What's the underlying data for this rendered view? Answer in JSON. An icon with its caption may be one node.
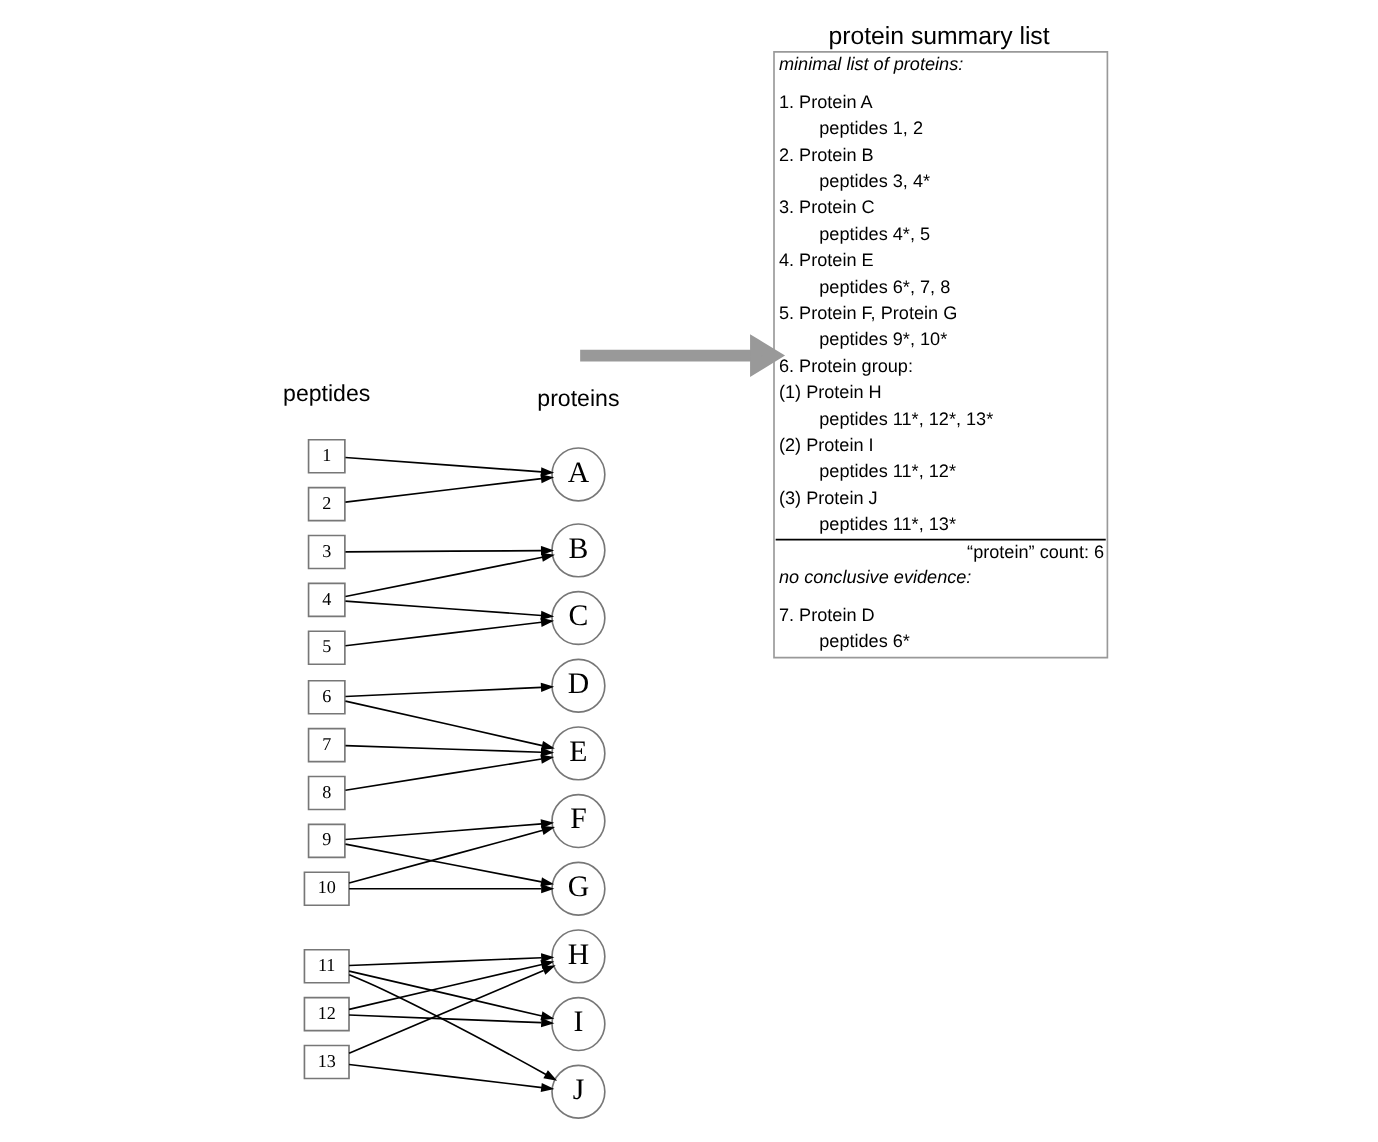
{
  "diagram": {
    "nodes": [
      {
        "text": [
          "1"
        ]
      },
      {
        "text": [
          "2"
        ]
      },
      {
        "text": [
          "3"
        ]
      },
      {
        "text": [
          "4"
        ]
      },
      {
        "text": [
          "5"
        ]
      },
      {
        "text": [
          "6"
        ]
      },
      {
        "text": [
          "7"
        ]
      },
      {
        "text": [
          "8"
        ]
      },
      {
        "text": [
          "9"
        ]
      },
      {
        "text": [
          "10"
        ]
      },
      {
        "text": [
          "11"
        ]
      },
      {
        "text": [
          "12"
        ]
      },
      {
        "text": [
          "13"
        ]
      },
      {
        "text": [
          "A"
        ]
      },
      {
        "text": [
          "B"
        ]
      },
      {
        "text": [
          "C"
        ]
      },
      {
        "text": [
          "D"
        ]
      },
      {
        "text": [
          "E"
        ]
      },
      {
        "text": [
          "F"
        ]
      },
      {
        "text": [
          "G"
        ]
      },
      {
        "text": [
          "H"
        ]
      },
      {
        "text": [
          "I"
        ]
      },
      {
        "text": [
          "J"
        ]
      },
      {
        "text": [
          "protein summary list",
          "minimal list of proteins:",
          "1. Protein A",
          "peptides 1, 2",
          "2. Protein B",
          "peptides 3, 4*",
          "3. Protein C",
          "peptides 4*, 5",
          "4. Protein E",
          "peptides 6*, 7, 8",
          "5. Protein F, Protein G",
          "peptides 9*, 10*",
          "6. Protein group:",
          "(1) Protein H",
          "peptides 11*, 12*, 13*",
          "(2) Protein I",
          "peptides 11*, 12*",
          "(3) Protein J",
          "peptides 11*, 13*",
          "“protein” count: 6",
          "no conclusive evidence:",
          "7. Protein D",
          "peptides 6*"
        ]
      }
    ],
    "edges": [
      {
        "from": 0,
        "to": 13,
        "arrow": "to"
      },
      {
        "from": 1,
        "to": 13,
        "arrow": "to"
      },
      {
        "from": 2,
        "to": 14,
        "arrow": "to"
      },
      {
        "from": 3,
        "to": 14,
        "arrow": "to"
      },
      {
        "from": 3,
        "to": 15,
        "arrow": "to"
      },
      {
        "from": 4,
        "to": 15,
        "arrow": "to"
      },
      {
        "from": 5,
        "to": 16,
        "arrow": "to"
      },
      {
        "from": 5,
        "to": 17,
        "arrow": "to"
      },
      {
        "from": 6,
        "to": 17,
        "arrow": "to"
      },
      {
        "from": 7,
        "to": 17,
        "arrow": "to"
      },
      {
        "from": 8,
        "to": 18,
        "arrow": "to"
      },
      {
        "from": 8,
        "to": 19,
        "arrow": "to"
      },
      {
        "from": 9,
        "to": 18,
        "arrow": "to"
      },
      {
        "from": 9,
        "to": 19,
        "arrow": "to"
      },
      {
        "from": 10,
        "to": 20,
        "arrow": "to"
      },
      {
        "from": 10,
        "to": 21,
        "arrow": "to"
      },
      {
        "from": 10,
        "to": 22,
        "arrow": "to"
      },
      {
        "from": 11,
        "to": 20,
        "arrow": "to"
      },
      {
        "from": 11,
        "to": 21,
        "arrow": "to"
      },
      {
        "from": 12,
        "to": 20,
        "arrow": "to"
      },
      {
        "from": 12,
        "to": 22,
        "arrow": "to"
      },
      {
        "from": null,
        "to": 23,
        "arrow": "to",
        "style": "thick",
        "color": "#999999"
      }
    ],
    "labels": [
      "peptides",
      "proteins"
    ]
  }
}
